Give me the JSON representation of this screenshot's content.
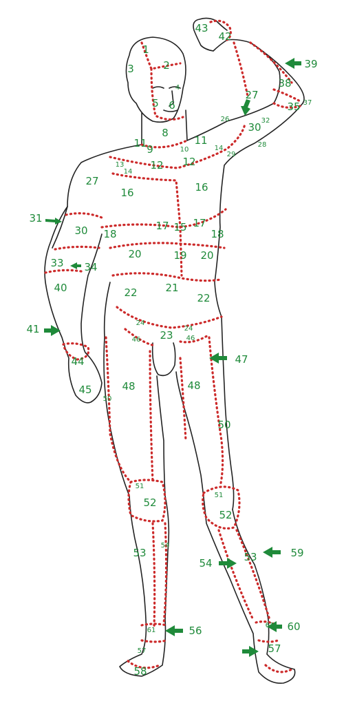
{
  "colors": {
    "outline": "#222222",
    "region_border": "#cc2a2a",
    "label": "#1f8a3a",
    "arrow": "#1f8a3a"
  },
  "region_labels": [
    "1",
    "2",
    "3",
    "4",
    "5",
    "6",
    "8",
    "9",
    "10",
    "11",
    "11",
    "12",
    "12",
    "13",
    "14",
    "14",
    "16",
    "16",
    "15",
    "17",
    "17",
    "18",
    "18",
    "19",
    "20",
    "20",
    "21",
    "22",
    "22",
    "23",
    "24",
    "24",
    "26",
    "27",
    "27",
    "28",
    "29",
    "30",
    "30",
    "31",
    "32",
    "33",
    "34",
    "35",
    "37",
    "38",
    "39",
    "40",
    "41",
    "42",
    "43",
    "44",
    "45",
    "46",
    "46",
    "47",
    "48",
    "48",
    "50",
    "50",
    "51",
    "51",
    "52",
    "52",
    "53",
    "53",
    "54",
    "54",
    "56",
    "57",
    "57",
    "58",
    "59",
    "60",
    "61",
    "61"
  ]
}
